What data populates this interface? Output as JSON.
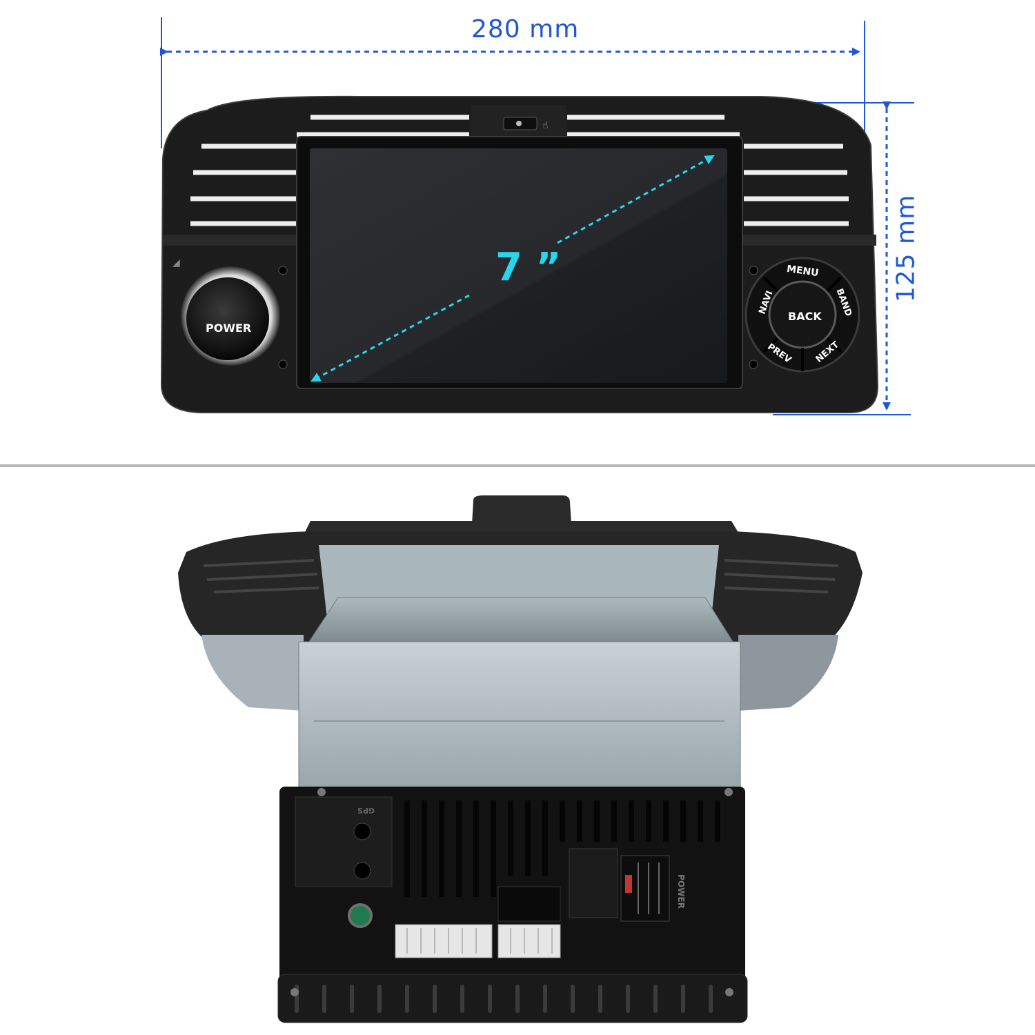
{
  "dimensions": {
    "width_label": "280 mm",
    "height_label": "125 mm",
    "diagonal_label": "7 ”",
    "arrow_color": "#1f57d6",
    "diagonal_color": "#28d6ec"
  },
  "front_panel": {
    "power_knob_label": "POWER",
    "buttons": {
      "center": "BACK",
      "top": "MENU",
      "left": "NAVI",
      "right": "BAND",
      "bottom_left": "PREV",
      "bottom_right": "NEXT"
    }
  },
  "rear_panel": {
    "power_port_label": "POWER",
    "gps_port_label": "GPS"
  }
}
